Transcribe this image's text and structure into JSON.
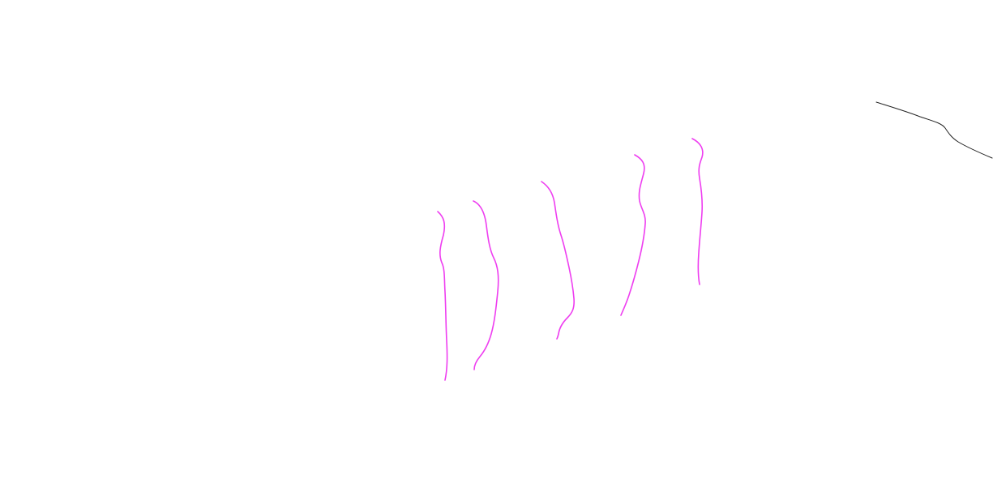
{
  "diagram": {
    "background": "#ffffff",
    "strokes": [
      {
        "name": "magenta-stroke-1",
        "color": "#ee3ef0"
      },
      {
        "name": "magenta-stroke-2",
        "color": "#ee3ef0"
      },
      {
        "name": "magenta-stroke-3",
        "color": "#ee3ef0"
      },
      {
        "name": "magenta-stroke-4",
        "color": "#ee3ef0"
      },
      {
        "name": "magenta-stroke-5",
        "color": "#ee3ef0"
      },
      {
        "name": "black-stroke-1",
        "color": "#222222"
      }
    ]
  }
}
